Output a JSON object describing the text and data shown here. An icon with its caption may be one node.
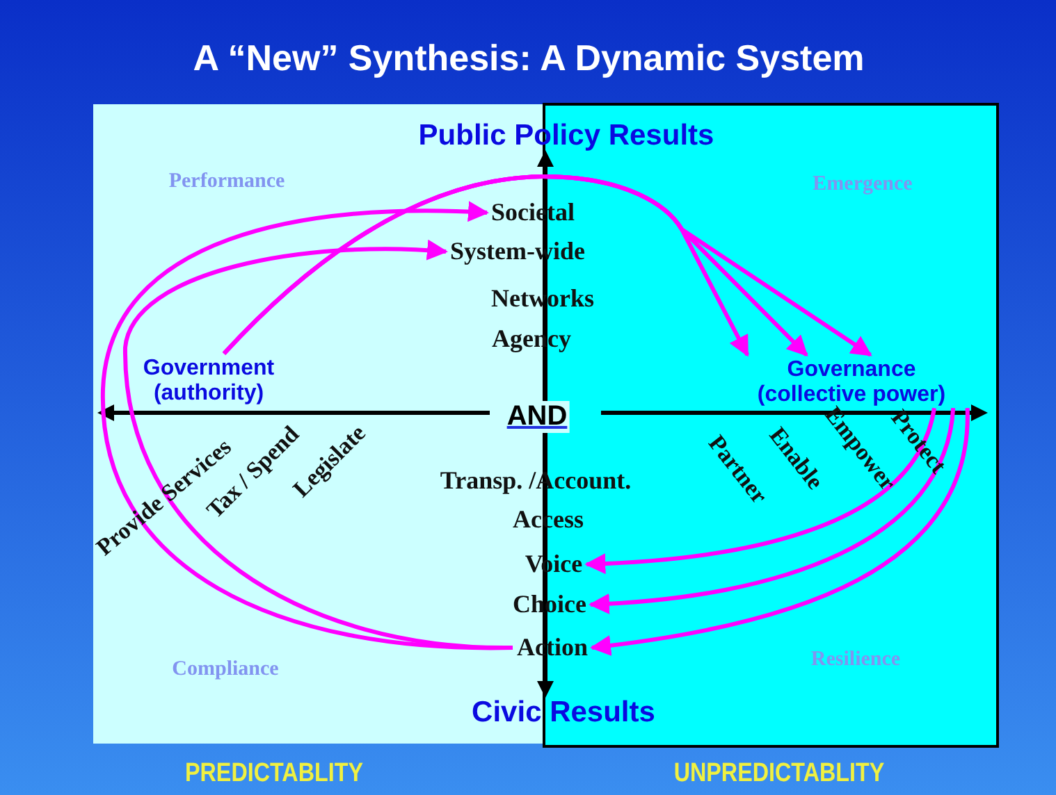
{
  "diagram": {
    "title": "A “New” Synthesis: A Dynamic System",
    "nodes": [
      {
        "text": [
          "Government (authority)"
        ]
      },
      {
        "text": [
          "Societal"
        ]
      },
      {
        "text": [
          "System-wide"
        ]
      },
      {
        "text": [
          "Governance (collective power)"
        ]
      },
      {
        "text": [
          "Voice"
        ]
      },
      {
        "text": [
          "Choice"
        ]
      },
      {
        "text": [
          "Action"
        ]
      }
    ],
    "edges": [
      {
        "from": 0,
        "to": 3,
        "arrow": "to"
      },
      {
        "from": 0,
        "to": 3,
        "arrow": "to"
      },
      {
        "from": 0,
        "to": 3,
        "arrow": "to"
      },
      {
        "from": 6,
        "to": 1,
        "arrow": "to"
      },
      {
        "from": 6,
        "to": 2,
        "arrow": "to"
      },
      {
        "from": 3,
        "to": 4,
        "arrow": "to"
      },
      {
        "from": 3,
        "to": 5,
        "arrow": "to"
      },
      {
        "from": 3,
        "to": 6,
        "arrow": "to"
      }
    ],
    "labels": [
      "Public Policy Results",
      "Performance",
      "Emergence",
      "Networks",
      "Agency",
      "AND",
      "Provide Services",
      "Tax / Spend",
      "Legislate",
      "Partner",
      "Enable",
      "Empower",
      "Protect",
      "Transp. /Account.",
      "Access",
      "Compliance",
      "Resilience",
      "Civic Results",
      "PREDICTABLITY",
      "UNPREDICTABLITY"
    ]
  }
}
